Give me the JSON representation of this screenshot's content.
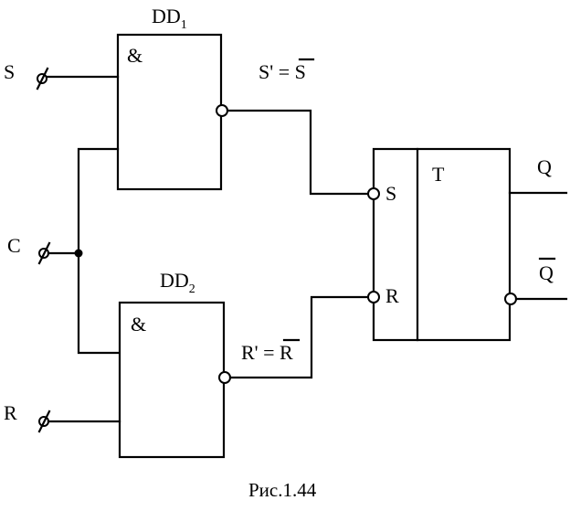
{
  "inputs": {
    "s": "S",
    "c": "C",
    "r": "R"
  },
  "gates": {
    "dd1": {
      "name": "DD",
      "index": "1",
      "symbol": "&"
    },
    "dd2": {
      "name": "DD",
      "index": "2",
      "symbol": "&"
    }
  },
  "signals": {
    "s_prime": {
      "prefix": "S' = ",
      "bar_letter": "S"
    },
    "r_prime": {
      "prefix": "R' = ",
      "bar_letter": "R"
    }
  },
  "trigger": {
    "name": "T",
    "pin_s": "S",
    "pin_r": "R"
  },
  "outputs": {
    "q": "Q",
    "q_inv": "Q"
  },
  "caption": "Рис.1.44"
}
